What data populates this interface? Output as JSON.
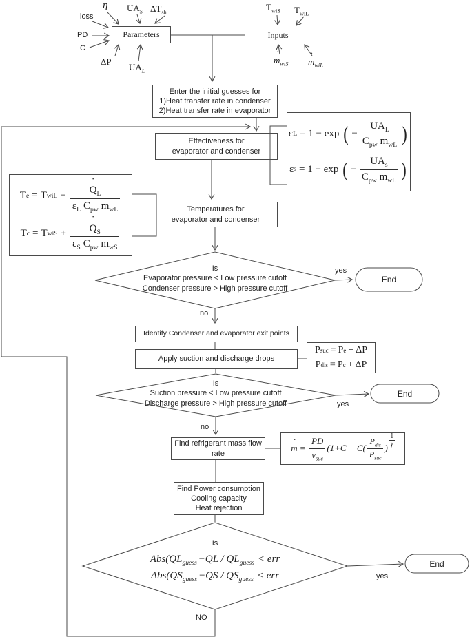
{
  "colors": {
    "background": "#ffffff",
    "line": "#4a4a4a",
    "text": "#1f1f1f"
  },
  "top": {
    "parameters_label": "Parameters",
    "inputs_label": "Inputs",
    "loss": "loss",
    "eta": "η",
    "ua_s": {
      "base": "UA",
      "sub": "S"
    },
    "dt_sh": {
      "base": "ΔT",
      "sub": "sh"
    },
    "pd": "PD",
    "c": "C",
    "dp": "ΔP",
    "ua_l": {
      "base": "UA",
      "sub": "L"
    },
    "t_wis": {
      "base": "T",
      "sub": "wiS"
    },
    "t_wil": {
      "base": "T",
      "sub": "wiL"
    },
    "m_wis": {
      "base": "m",
      "dot": "˙",
      "sub": "wiS"
    },
    "m_wil": {
      "base": "m",
      "dot": "˙",
      "sub": "wiL"
    }
  },
  "process": {
    "guesses": {
      "line1": "Enter the initial guesses for",
      "line2": "1)Heat transfer rate in condenser",
      "line3": "2)Heat transfer rate in evaporator"
    },
    "effectiveness": {
      "line1": "Effectiveness for",
      "line2": "evaporator and condenser"
    },
    "temperatures": {
      "line1": "Temperatures for",
      "line2": "evaporator and condenser"
    },
    "identify": "Identify Condenser and evaporator exit points",
    "apply": "Apply suction and discharge drops",
    "mass_flow": {
      "line1": "Find refrigerant mass flow",
      "line2": "rate"
    },
    "power": {
      "line1": "Find Power consumption",
      "line2": "Cooling capacity",
      "line3": "Heat rejection"
    }
  },
  "decisions": {
    "d1": {
      "q": "Is",
      "line1": "Evaporator pressure < Low pressure cutoff",
      "line2": "Condenser pressure  > High pressure cutoff",
      "yes": "yes",
      "no": "no"
    },
    "d2": {
      "q": "Is",
      "line1": "Suction pressure < Low pressure cutoff",
      "line2": "Discharge pressure  > High pressure cutoff",
      "yes": "yes",
      "no": "no"
    },
    "d3": {
      "q": "Is",
      "yes": "yes",
      "no": "NO",
      "f1": {
        "p1": "Abs(QL",
        "s1": "guess",
        "p2": "−QL / QL",
        "s2": "guess",
        "p3": "< err"
      },
      "f2": {
        "p1": "Abs(QS",
        "s1": "guess",
        "p2": "−QS / QS",
        "s2": "guess",
        "p3": "< err"
      }
    }
  },
  "terminals": {
    "end1": "End",
    "end2": "End",
    "end3": "End"
  },
  "formulas": {
    "parens": {
      "open": "(",
      "close": ")"
    },
    "eps_l": {
      "lhs": "ε",
      "lhs_sub": "L",
      "mid": "= 1 − exp",
      "minus": "−",
      "num": "UA",
      "num_sub": "L",
      "den1": "C",
      "den1_sub": "pw",
      "den2": "m",
      "den2_sub": "wL"
    },
    "eps_s": {
      "lhs": "ε",
      "lhs_sub": "s",
      "mid": "= 1 − exp",
      "minus": "−",
      "num": "UA",
      "num_sub": "s",
      "den1": "C",
      "den1_sub": "pw",
      "den2": "m",
      "den2_sub": "wL"
    },
    "t_e": {
      "lhs": "T",
      "lhs_sub": "e",
      "eq": "=",
      "rhs": "T",
      "rhs_sub": "wiL",
      "op": "−",
      "q": "Q",
      "q_dot": "˙",
      "q_sub": "L",
      "den1": "ε",
      "den1_sub": "L",
      "den2": "C",
      "den2_sub": "pw",
      "den3": "m",
      "den3_sub": "wL"
    },
    "t_c": {
      "lhs": "T",
      "lhs_sub": "c",
      "eq": "=",
      "rhs": "T",
      "rhs_sub": "wiS",
      "op": "+",
      "q": "Q",
      "q_dot": "˙",
      "q_sub": "S",
      "den1": "ε",
      "den1_sub": "S",
      "den2": "C",
      "den2_sub": "pw",
      "den3": "m",
      "den3_sub": "wS"
    },
    "p_suc": {
      "lhs": "P",
      "lhs_sub": "suc",
      "eq": "=",
      "rhs": "P",
      "rhs_sub": "e",
      "op": "−",
      "dp": "ΔP"
    },
    "p_dis": {
      "lhs": "P",
      "lhs_sub": "dis",
      "eq": "=",
      "rhs": "P",
      "rhs_sub": "c",
      "op": "+",
      "dp": "ΔP"
    },
    "mdot": {
      "lhs": "m",
      "lhs_dot": "˙",
      "eq": "=",
      "num": "PD",
      "den": "ν",
      "den_sub": "suc",
      "mid": "(1+C − C(",
      "fnum": "P",
      "fnum_sub": "dis",
      "fden": "P",
      "fden_sub": "suc",
      "close": ")",
      "exp_num": "1",
      "exp_den": "γ"
    }
  }
}
